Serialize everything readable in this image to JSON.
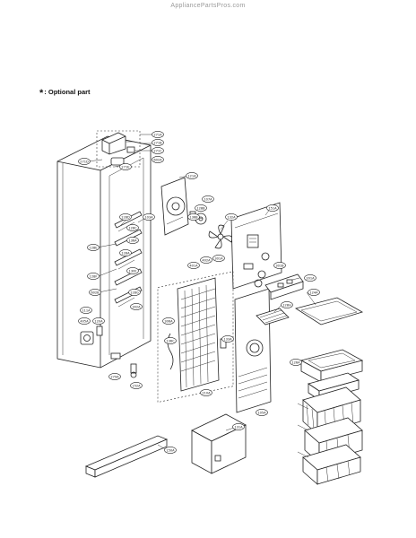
{
  "watermark": "AppliancePartsPros.com",
  "legend": {
    "symbol": "*",
    "text": ": Optional part"
  },
  "callouts": [
    {
      "id": "c-271a",
      "label": "271A"
    },
    {
      "id": "c-271b",
      "label": "271B"
    },
    {
      "id": "c-271c",
      "label": "271C"
    },
    {
      "id": "c-602a",
      "label": "602A"
    },
    {
      "id": "c-271d",
      "label": "271D"
    },
    {
      "id": "c-271e",
      "label": "271E"
    },
    {
      "id": "c-121a",
      "label": "121A"
    },
    {
      "id": "c-128d",
      "label": "128D"
    },
    {
      "id": "c-103a",
      "label": "103A"
    },
    {
      "id": "c-128c",
      "label": "128C"
    },
    {
      "id": "c-128b",
      "label": "128B"
    },
    {
      "id": "c-107a",
      "label": "107A"
    },
    {
      "id": "c-128e",
      "label": "128E"
    },
    {
      "id": "c-136a",
      "label": "136A"
    },
    {
      "id": "c-128a",
      "label": "128A"
    },
    {
      "id": "c-136b",
      "label": "136B"
    },
    {
      "id": "c-132a",
      "label": "132A"
    },
    {
      "id": "c-128f",
      "label": "128F"
    },
    {
      "id": "c-130f",
      "label": "130F"
    },
    {
      "id": "c-602b",
      "label": "602B"
    },
    {
      "id": "c-301a",
      "label": "301A"
    },
    {
      "id": "c-128g",
      "label": "128G"
    },
    {
      "id": "c-306a",
      "label": "306A"
    },
    {
      "id": "c-151a",
      "label": "151A"
    },
    {
      "id": "c-302a",
      "label": "302A"
    },
    {
      "id": "c-301b",
      "label": "301B"
    },
    {
      "id": "c-405a",
      "label": "405A"
    },
    {
      "id": "c-120a",
      "label": "120A"
    },
    {
      "id": "c-111a",
      "label": "111A"
    },
    {
      "id": "c-279a",
      "label": "279A"
    },
    {
      "id": "c-152a",
      "label": "152A"
    },
    {
      "id": "c-401a",
      "label": "401A"
    },
    {
      "id": "c-402a",
      "label": "402A"
    },
    {
      "id": "c-201a",
      "label": "201A"
    },
    {
      "id": "c-133a",
      "label": "133A"
    },
    {
      "id": "c-136c",
      "label": "136C"
    },
    {
      "id": "c-124a",
      "label": "124A"
    },
    {
      "id": "c-128h",
      "label": "128H"
    },
    {
      "id": "c-210a",
      "label": "210A"
    },
    {
      "id": "c-105a",
      "label": "105A"
    },
    {
      "id": "c-126a",
      "label": "126A"
    },
    {
      "id": "c-131a",
      "label": "131A"
    },
    {
      "id": "c-150a",
      "label": "150A"
    }
  ]
}
